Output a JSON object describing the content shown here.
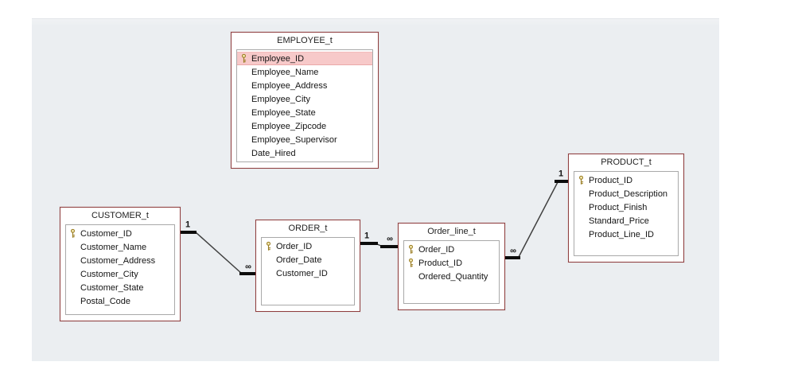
{
  "diagram": {
    "kind": "database-relationships",
    "canvas_background": "#ebeef1",
    "table_border_color": "#8f3e3f",
    "highlight_color": "#f7c9c9",
    "key_icon_color": "#9a7d22"
  },
  "tables": [
    {
      "name": "EMPLOYEE_t",
      "fields": [
        {
          "label": "Employee_ID",
          "primary_key": true,
          "highlighted": true
        },
        {
          "label": "Employee_Name",
          "primary_key": false,
          "highlighted": false
        },
        {
          "label": "Employee_Address",
          "primary_key": false,
          "highlighted": false
        },
        {
          "label": "Employee_City",
          "primary_key": false,
          "highlighted": false
        },
        {
          "label": "Employee_State",
          "primary_key": false,
          "highlighted": false
        },
        {
          "label": "Employee_Zipcode",
          "primary_key": false,
          "highlighted": false
        },
        {
          "label": "Employee_Supervisor",
          "primary_key": false,
          "highlighted": false
        },
        {
          "label": "Date_Hired",
          "primary_key": false,
          "highlighted": false
        }
      ]
    },
    {
      "name": "CUSTOMER_t",
      "fields": [
        {
          "label": "Customer_ID",
          "primary_key": true,
          "highlighted": false
        },
        {
          "label": "Customer_Name",
          "primary_key": false,
          "highlighted": false
        },
        {
          "label": "Customer_Address",
          "primary_key": false,
          "highlighted": false
        },
        {
          "label": "Customer_City",
          "primary_key": false,
          "highlighted": false
        },
        {
          "label": "Customer_State",
          "primary_key": false,
          "highlighted": false
        },
        {
          "label": "Postal_Code",
          "primary_key": false,
          "highlighted": false
        }
      ]
    },
    {
      "name": "ORDER_t",
      "fields": [
        {
          "label": "Order_ID",
          "primary_key": true,
          "highlighted": false
        },
        {
          "label": "Order_Date",
          "primary_key": false,
          "highlighted": false
        },
        {
          "label": "Customer_ID",
          "primary_key": false,
          "highlighted": false
        }
      ]
    },
    {
      "name": "Order_line_t",
      "fields": [
        {
          "label": "Order_ID",
          "primary_key": true,
          "highlighted": false
        },
        {
          "label": "Product_ID",
          "primary_key": true,
          "highlighted": false
        },
        {
          "label": "Ordered_Quantity",
          "primary_key": false,
          "highlighted": false
        }
      ]
    },
    {
      "name": "PRODUCT_t",
      "fields": [
        {
          "label": "Product_ID",
          "primary_key": true,
          "highlighted": false
        },
        {
          "label": "Product_Description",
          "primary_key": false,
          "highlighted": false
        },
        {
          "label": "Product_Finish",
          "primary_key": false,
          "highlighted": false
        },
        {
          "label": "Standard_Price",
          "primary_key": false,
          "highlighted": false
        },
        {
          "label": "Product_Line_ID",
          "primary_key": false,
          "highlighted": false
        }
      ]
    }
  ],
  "relationships": [
    {
      "from": "CUSTOMER_t",
      "to": "ORDER_t",
      "one_label": "1",
      "many_label": "∞"
    },
    {
      "from": "ORDER_t",
      "to": "Order_line_t",
      "one_label": "1",
      "many_label": "∞"
    },
    {
      "from": "PRODUCT_t",
      "to": "Order_line_t",
      "one_label": "1",
      "many_label": "∞"
    }
  ]
}
